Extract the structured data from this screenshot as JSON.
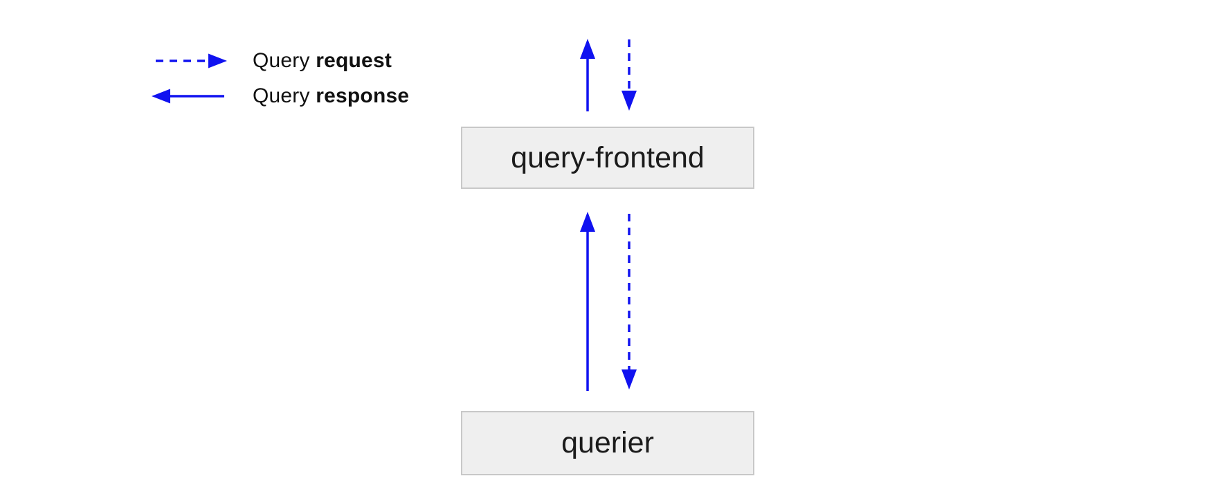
{
  "colors": {
    "arrow_blue": "#1012f0",
    "node_fill": "#efefef",
    "node_border": "#c8c8c8",
    "label_text": "#1b1b1b",
    "legend_text": "#111111",
    "background": "#ffffff"
  },
  "legend": {
    "items": [
      {
        "id": "query-request",
        "arrow_style": "dashed-right",
        "prefix": "Query",
        "bold": "request"
      },
      {
        "id": "query-response",
        "arrow_style": "solid-left",
        "prefix": "Query",
        "bold": "response"
      }
    ]
  },
  "nodes": [
    {
      "id": "query-frontend",
      "label": "query-frontend"
    },
    {
      "id": "querier",
      "label": "querier"
    }
  ]
}
